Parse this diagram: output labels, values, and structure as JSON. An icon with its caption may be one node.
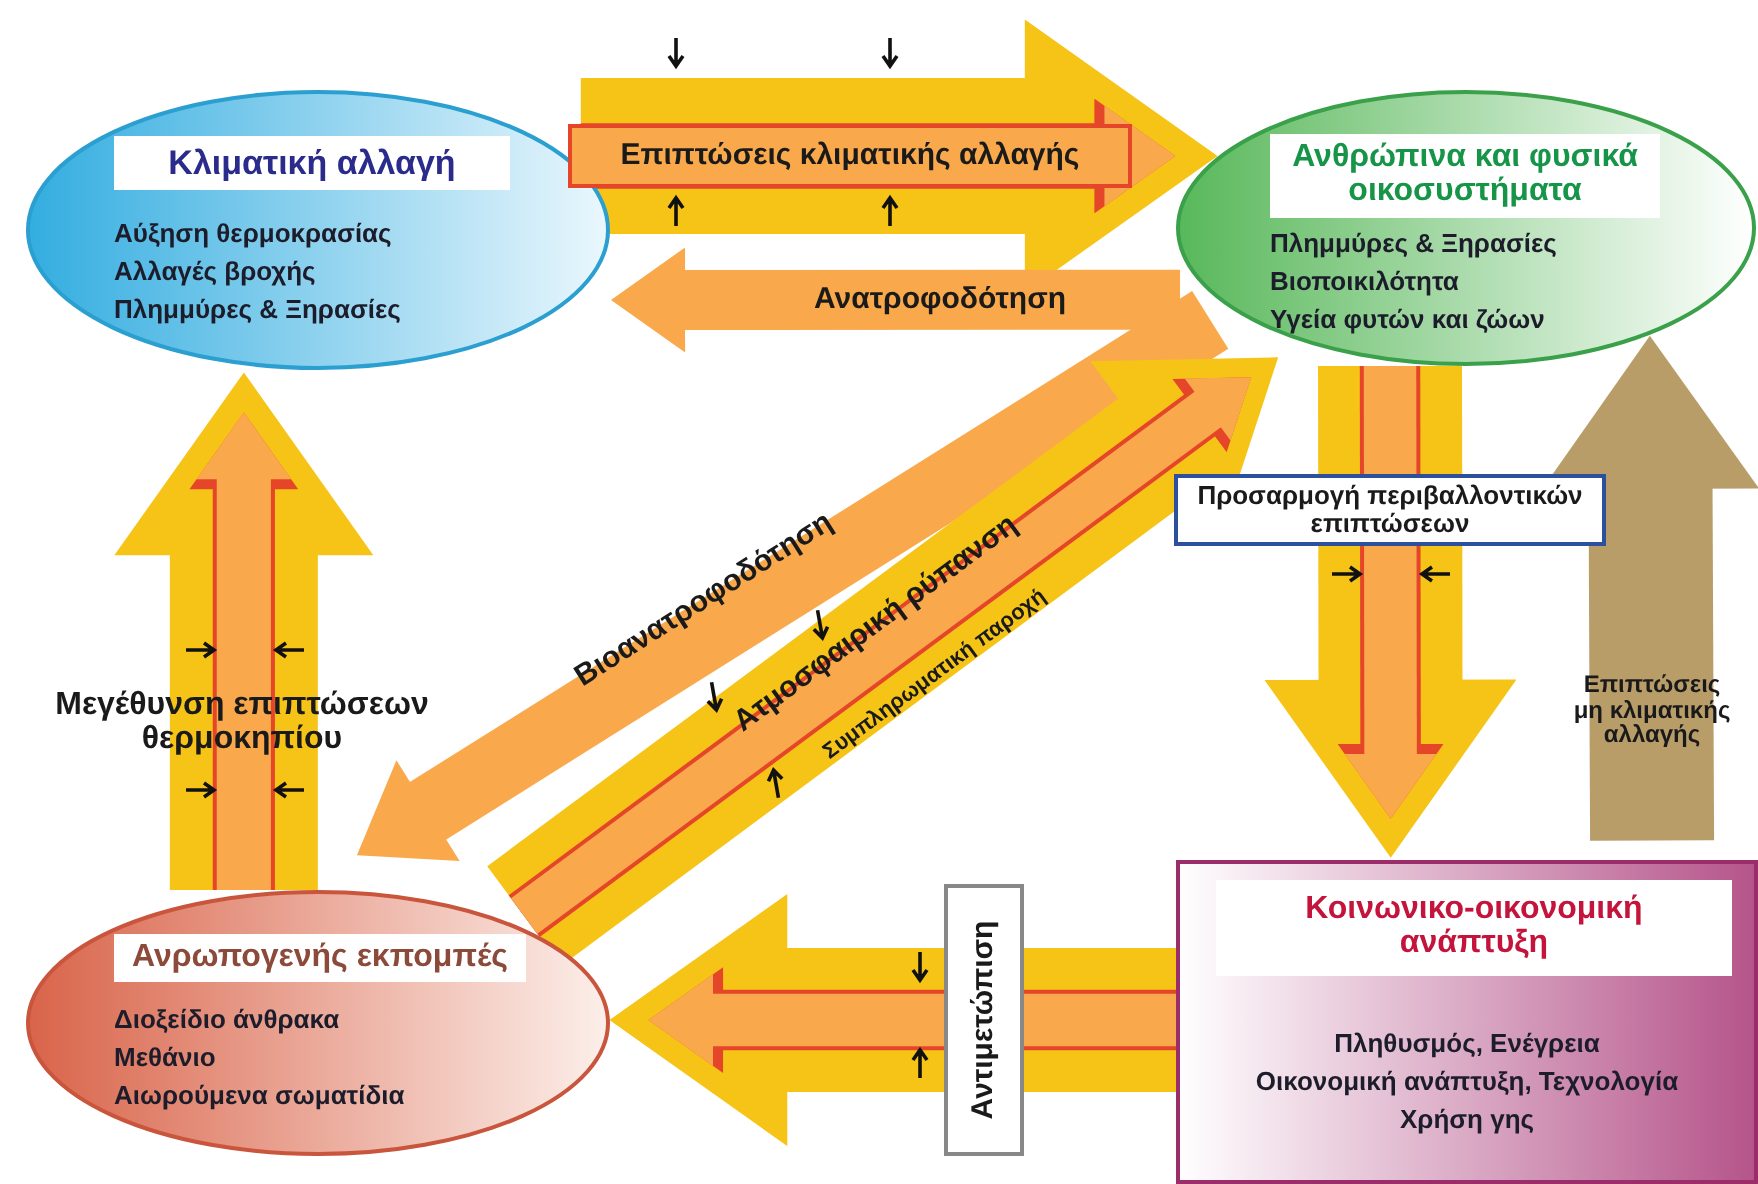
{
  "diagram": {
    "nodes": [
      {
        "text": [
          "Κλιματική αλλαγή",
          "Αύξηση θερμοκρασίας",
          "Αλλαγές βροχής",
          "Πλημμύρες & Ξηρασίες"
        ]
      },
      {
        "text": [
          "Ανθρώπινα και φυσικά οικοσυστήματα",
          "Πλημμύρες & Ξηρασίες",
          "Βιοποικιλότητα",
          "Υγεία φυτών και ζώων"
        ]
      },
      {
        "text": [
          "Ανρωπογενής εκπομπές",
          "Διοξείδιο άνθρακα",
          "Μεθάνιο",
          "Αιωρούμενα σωματίδια"
        ]
      },
      {
        "text": [
          "Κοινωνικο-οικονομική ανάπτυξη",
          "Πληθυσμός, Ενέγρεια",
          "Οικονομική ανάπτυξη, Τεχνολογία",
          "Χρήση γης"
        ]
      }
    ],
    "edges": [
      {
        "from": 0,
        "to": 1,
        "arrow": "to",
        "label": "Επιπτώσεις κλιματικής αλλαγής"
      },
      {
        "from": 1,
        "to": 0,
        "arrow": "to",
        "label": "Ανατροφοδότηση",
        "color": "#f9a94b"
      },
      {
        "from": 1,
        "to": 2,
        "arrow": "to",
        "label": "Βιοανατροφοδότηση",
        "color": "#f9a94b"
      },
      {
        "from": 2,
        "to": 1,
        "arrow": "to",
        "label": "Ατμοσφαιρική ρύπανση"
      },
      {
        "from": 2,
        "to": 0,
        "arrow": "to",
        "label": "Μεγέθυνση επιπτώσεων θερμοκηπίου"
      },
      {
        "from": 1,
        "to": 3,
        "arrow": "to",
        "label": "Προσαρμογή περιβαλλοντικών επιπτώσεων"
      },
      {
        "from": 3,
        "to": 2,
        "arrow": "to",
        "label": "Αντιμετώπιση"
      },
      {
        "from": 3,
        "to": 1,
        "arrow": "to",
        "label": "Επιπτώσεις μη κλιματικής αλλαγής",
        "color": "#b89d68"
      }
    ],
    "labels": [
      "Συμπληρωματική παροχή"
    ]
  }
}
